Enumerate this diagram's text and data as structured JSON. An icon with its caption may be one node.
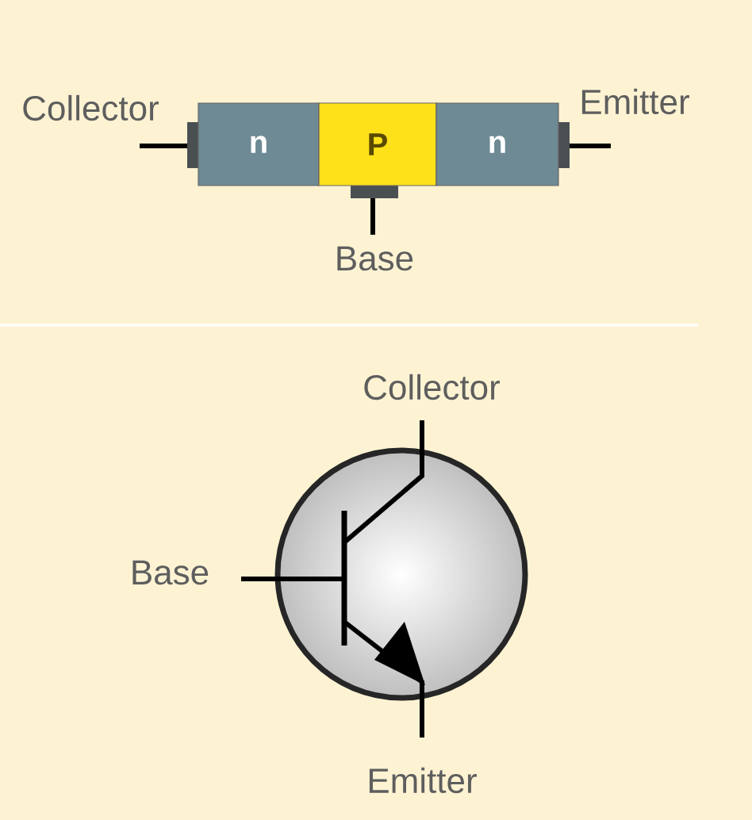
{
  "diagram": {
    "nodes": [
      {
        "text": [
          "n"
        ]
      },
      {
        "text": [
          "P"
        ]
      },
      {
        "text": [
          "n"
        ]
      }
    ],
    "labels": [
      "Collector",
      "Emitter",
      "Base",
      "Collector",
      "Base",
      "Emitter"
    ]
  }
}
